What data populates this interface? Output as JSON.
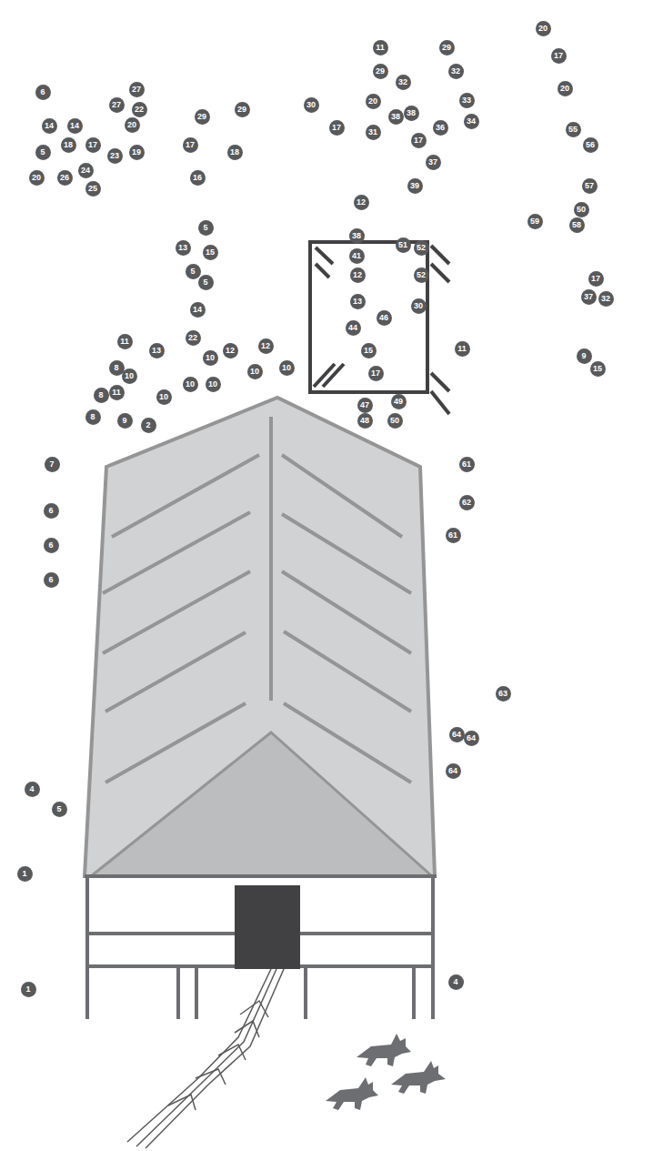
{
  "diagram": {
    "labels": [
      "6",
      "27",
      "27",
      "22",
      "14",
      "14",
      "20",
      "5",
      "18",
      "17",
      "23",
      "19",
      "20",
      "26",
      "24",
      "25",
      "29",
      "29",
      "17",
      "18",
      "16",
      "11",
      "29",
      "29",
      "32",
      "32",
      "30",
      "20",
      "33",
      "38",
      "38",
      "17",
      "31",
      "17",
      "36",
      "34",
      "37",
      "39",
      "12",
      "20",
      "17",
      "20",
      "55",
      "56",
      "57",
      "50",
      "59",
      "58",
      "17",
      "37",
      "32",
      "9",
      "15",
      "5",
      "13",
      "15",
      "5",
      "5",
      "14",
      "11",
      "13",
      "22",
      "12",
      "12",
      "10",
      "8",
      "10",
      "8",
      "11",
      "10",
      "10",
      "10",
      "10",
      "10",
      "8",
      "9",
      "2",
      "38",
      "51",
      "52",
      "41",
      "12",
      "52",
      "13",
      "30",
      "46",
      "44",
      "15",
      "17",
      "11",
      "47",
      "49",
      "48",
      "50",
      "7",
      "6",
      "6",
      "6",
      "4",
      "5",
      "1",
      "1",
      "61",
      "62",
      "61",
      "63",
      "64",
      "64",
      "64",
      "4"
    ]
  }
}
